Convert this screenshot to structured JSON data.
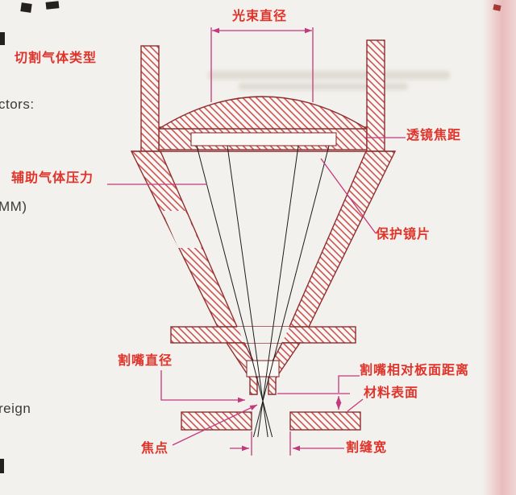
{
  "page": {
    "fragments": {
      "left_top": "ctors:",
      "left_middle": "MM)",
      "left_bottom": "reign"
    }
  },
  "diagram": {
    "title_hint": "laser-cutting-nozzle-cross-section",
    "labels": {
      "cutting_gas_type": "切割气体类型",
      "beam_diameter": "光束直径",
      "lens_focal_length": "透镜焦距",
      "assist_gas_pressure": "辅助气体压力",
      "protective_lens": "保护镜片",
      "nozzle_diameter": "割嘴直径",
      "nozzle_to_plate_distance": "割嘴相对板面距离",
      "material_surface": "材料表面",
      "focal_point": "焦点",
      "kerf_width": "割缝宽"
    },
    "colors": {
      "label_red": "#e0342b",
      "line_magenta": "#c23a7e",
      "hatch_red": "#c64747",
      "outline_maroon": "#8e2f2f",
      "beam_black": "#1c1c1c"
    }
  }
}
